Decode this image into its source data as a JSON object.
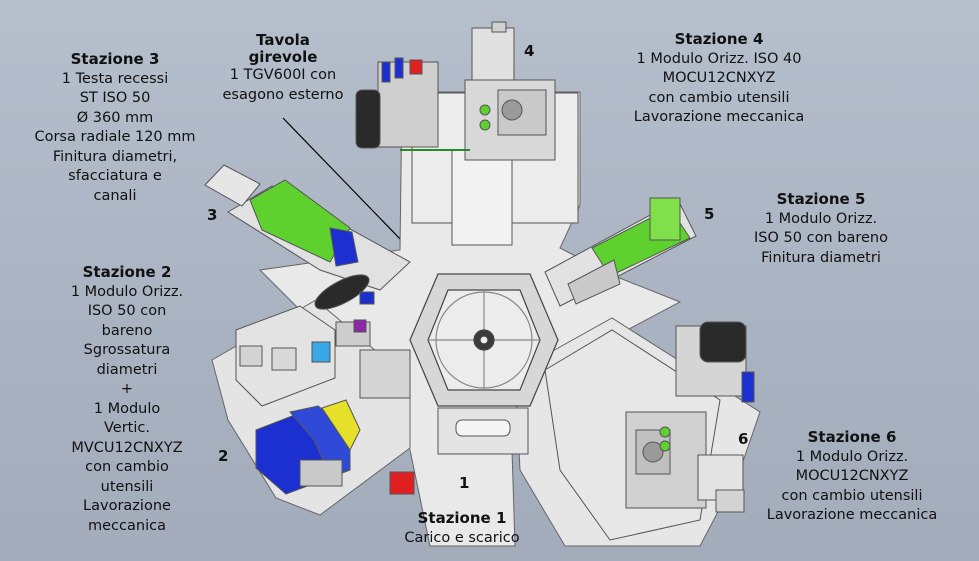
{
  "stations": [
    {
      "id": "s1",
      "title": "Stazione 1",
      "desc": "Carico e scarico",
      "number": "1"
    },
    {
      "id": "s2",
      "title": "Stazione 2",
      "desc": "1 Modulo Orizz.\nISO 50 con\nbareno\nSgrossatura\ndiametri\n+\n1 Modulo\nVertic.\nMVCU12CNXYZ\ncon cambio\nutensili\nLavorazione\nmeccanica",
      "number": "2"
    },
    {
      "id": "s3",
      "title": "Stazione 3",
      "desc": "1 Testa recessi\nST ISO 50\nØ 360 mm\nCorsa radiale 120 mm\nFinitura diametri,\nsfacciatura e\ncanali",
      "number": "3"
    },
    {
      "id": "s4",
      "title": "Stazione 4",
      "desc": "1 Modulo Orizz. ISO 40\nMOCU12CNXYZ\ncon cambio utensili\nLavorazione meccanica",
      "number": "4"
    },
    {
      "id": "s5",
      "title": "Stazione 5",
      "desc": "1 Modulo Orizz.\nISO 50 con bareno\nFinitura diametri",
      "number": "5"
    },
    {
      "id": "s6",
      "title": "Stazione 6",
      "desc": "1 Modulo Orizz.\nMOCU12CNXYZ\ncon cambio utensili\nLavorazione meccanica",
      "number": "6"
    }
  ],
  "table": {
    "title": "Tavola\ngirevole",
    "desc": "1 TGV600I con\nesagono esterno"
  },
  "colors": {
    "frame": "#e6e6e6",
    "panel": "#cfcfcf",
    "green": "#5ed12f",
    "blue": "#1c2fd0",
    "cyan": "#38a8e8",
    "yellow": "#e6e02a",
    "red": "#e02020",
    "dark": "#2a2a2a",
    "grid": "#555"
  }
}
